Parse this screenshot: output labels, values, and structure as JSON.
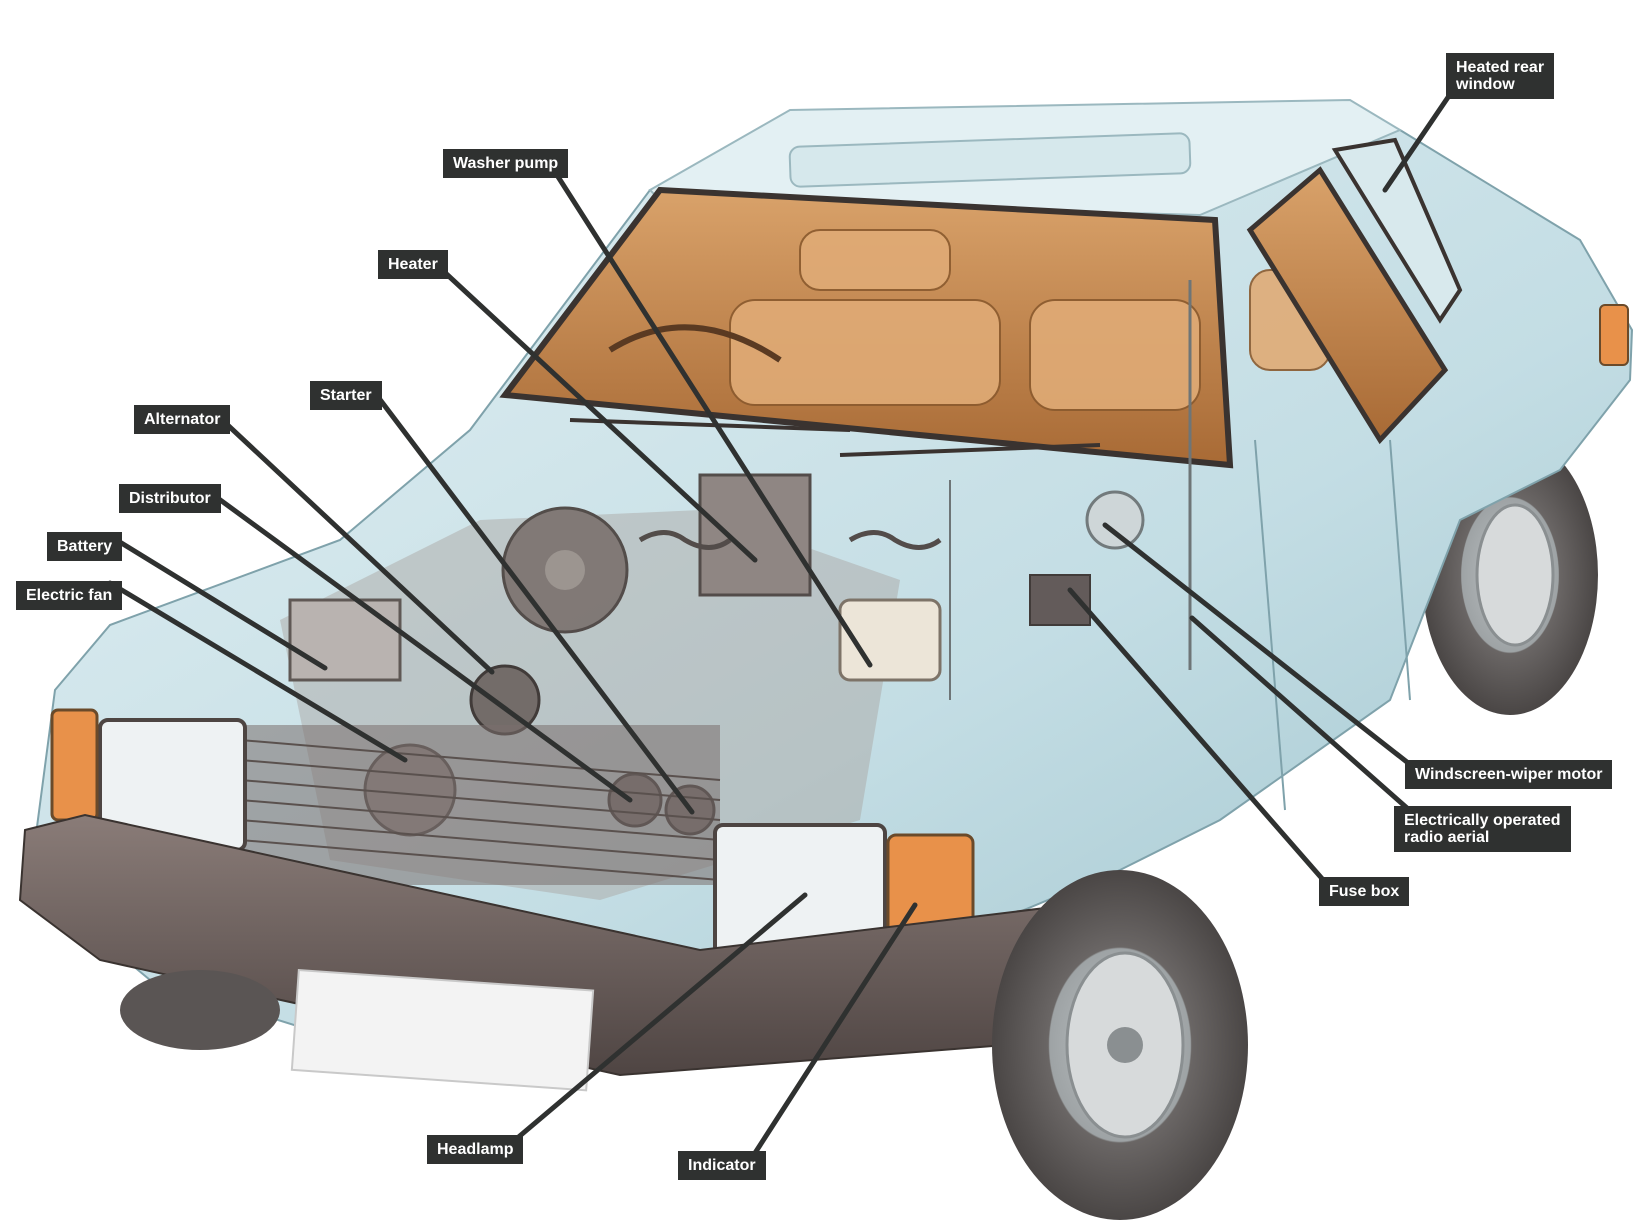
{
  "diagram": {
    "labels": {
      "heated_rear_window": [
        "Heated rear",
        "window"
      ],
      "washer_pump": "Washer pump",
      "heater": "Heater",
      "starter": "Starter",
      "alternator": "Alternator",
      "distributor": "Distributor",
      "battery": "Battery",
      "electric_fan": "Electric fan",
      "windscreen_wiper_motor": "Windscreen-wiper motor",
      "radio_aerial": [
        "Electrically operated",
        "radio aerial"
      ],
      "fuse_box": "Fuse box",
      "headlamp": "Headlamp",
      "indicator": "Indicator"
    },
    "colors": {
      "label_bg": "#2f3130",
      "label_text": "#ffffff",
      "leader_line": "#2f3130",
      "body_paint": "#c9e3ea",
      "interior": "#c98a4e",
      "bumper": "#6e6260",
      "indicator_lens": "#e8914a"
    }
  }
}
